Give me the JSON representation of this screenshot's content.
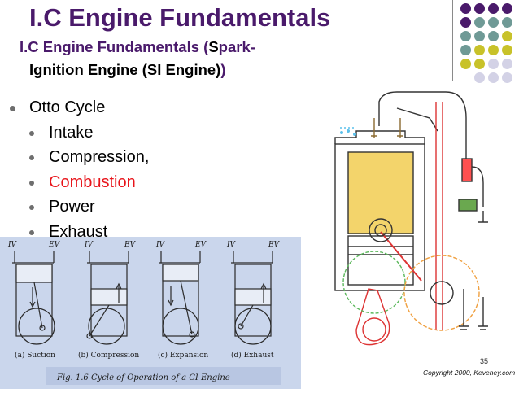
{
  "slide": {
    "title": "I.C Engine Fundamentals",
    "subtitle_part1": "I.C Engine  Fundamentals (",
    "subtitle_part2": "S",
    "subtitle_part3": "park-",
    "subtitle_line2": "Ignition Engine (SI Engine)",
    "subtitle_line2_close": ")",
    "page_number": "35",
    "copyright": "Copyright 2000, Keveney.com"
  },
  "bullets": [
    {
      "level": 1,
      "text": "Otto Cycle"
    },
    {
      "level": 2,
      "text": "Intake"
    },
    {
      "level": 2,
      "text": "Compression,"
    },
    {
      "level": 2,
      "text": "Combustion",
      "color": "#e8141a"
    },
    {
      "level": 2,
      "text": "Power"
    },
    {
      "level": 2,
      "text": "Exhaust"
    }
  ],
  "cycle_figure": {
    "valve_labels": [
      "IV",
      "EV",
      "IV",
      "EV",
      "IV",
      "EV",
      "IV",
      "EV"
    ],
    "stroke_labels": [
      "(a) Suction",
      "(b) Compression",
      "(c) Expansion",
      "(d) Exhaust"
    ],
    "caption": "Fig. 1.6  Cycle of Operation of a CI Engine"
  },
  "colors": {
    "title": "#4a1a6b",
    "accent_red": "#e8141a",
    "dot_purple": "#4a1a6b",
    "dot_teal": "#6f9a96",
    "dot_yellow": "#c8c22a",
    "dot_lavender": "#d3d2e6"
  }
}
